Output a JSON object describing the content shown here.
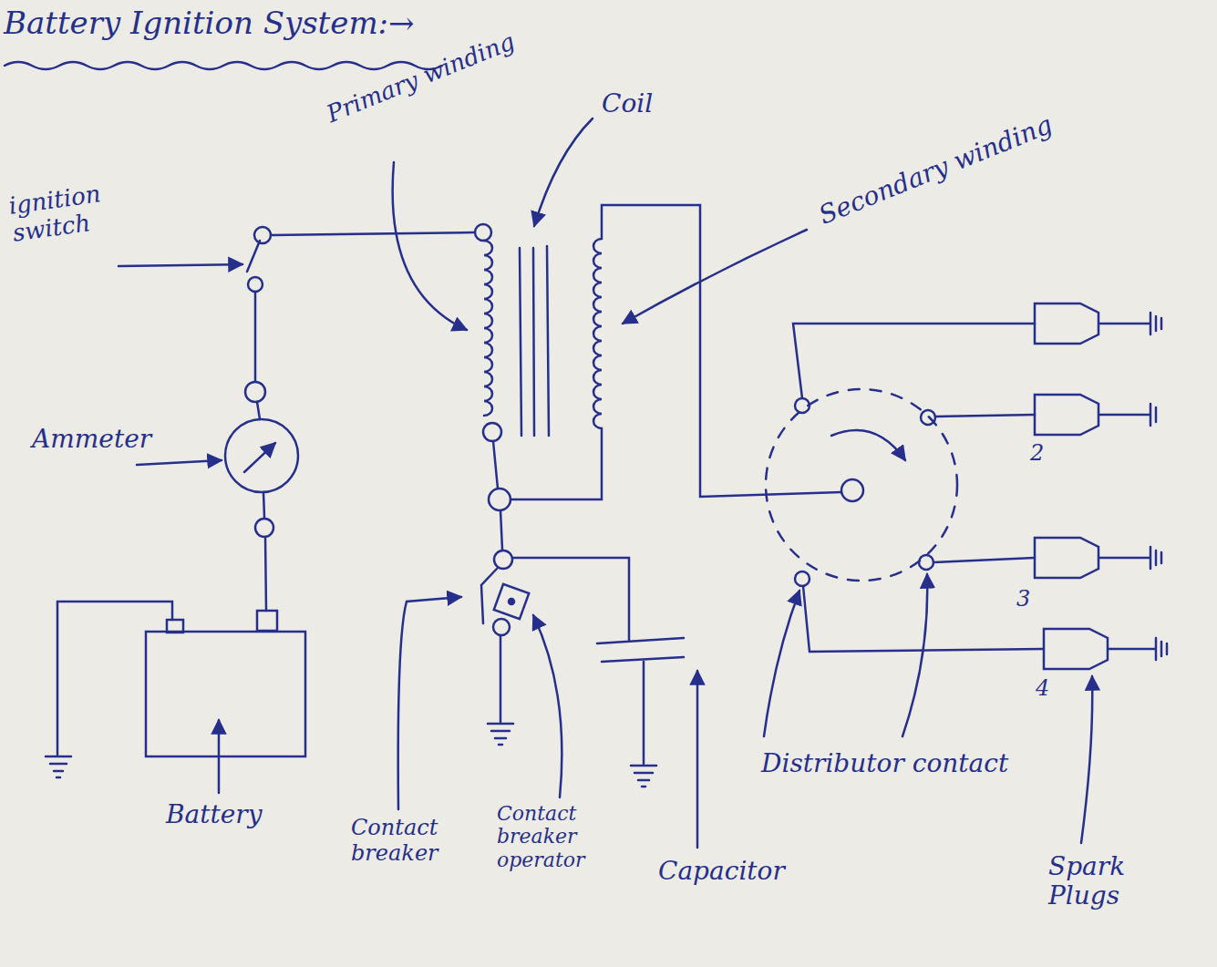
{
  "diagram": {
    "title": "Battery Ignition System:→",
    "labels": [
      "Primary winding",
      "Coil",
      "Secondary winding",
      "ignition switch",
      "Ammeter",
      "2",
      "3",
      "4",
      "Battery",
      "Contact breaker",
      "Contact breaker operator",
      "Capacitor",
      "Distributor contact",
      "Spark Plugs"
    ]
  }
}
